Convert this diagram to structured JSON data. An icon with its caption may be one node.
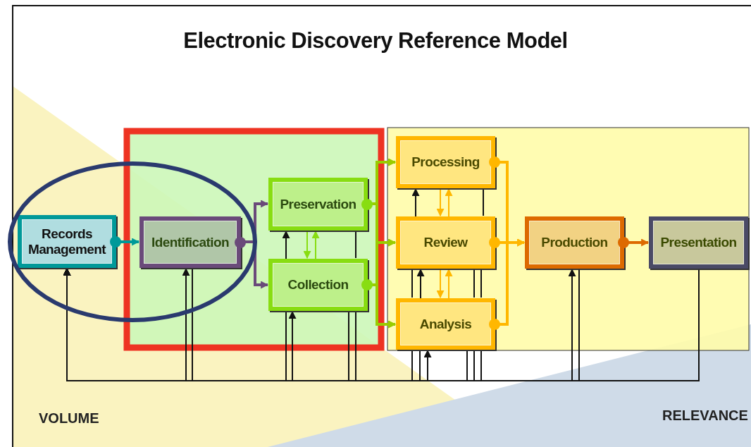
{
  "diagram": {
    "title": "Electronic Discovery Reference Model",
    "nodes": [
      {
        "text": [
          "Records Management"
        ]
      },
      {
        "text": [
          "Identification"
        ]
      },
      {
        "text": [
          "Preservation"
        ]
      },
      {
        "text": [
          "Collection"
        ]
      },
      {
        "text": [
          "Processing"
        ]
      },
      {
        "text": [
          "Review"
        ]
      },
      {
        "text": [
          "Analysis"
        ]
      },
      {
        "text": [
          "Production"
        ]
      },
      {
        "text": [
          "Presentation"
        ]
      }
    ],
    "edges": [
      {
        "from": 0,
        "to": 1,
        "arrow": "to",
        "style": "thick",
        "color": "#009999"
      },
      {
        "from": 1,
        "to": 2,
        "arrow": "to",
        "style": "thick",
        "color": "#6a4a7a"
      },
      {
        "from": 1,
        "to": 3,
        "arrow": "to",
        "style": "thick",
        "color": "#6a4a7a"
      },
      {
        "from": 2,
        "to": 3,
        "arrow": "to",
        "color": "#88dd11"
      },
      {
        "from": 3,
        "to": 2,
        "arrow": "to",
        "color": "#88dd11"
      },
      {
        "from": 2,
        "to": 4,
        "arrow": "to",
        "style": "thick",
        "color": "#99cc00"
      },
      {
        "from": 2,
        "to": 5,
        "arrow": "to",
        "style": "thick",
        "color": "#99cc00"
      },
      {
        "from": 2,
        "to": 6,
        "arrow": "to",
        "style": "thick",
        "color": "#99cc00"
      },
      {
        "from": 3,
        "to": 4,
        "arrow": "to",
        "style": "thick",
        "color": "#99cc00"
      },
      {
        "from": 3,
        "to": 5,
        "arrow": "to",
        "style": "thick",
        "color": "#99cc00"
      },
      {
        "from": 3,
        "to": 6,
        "arrow": "to",
        "style": "thick",
        "color": "#99cc00"
      },
      {
        "from": 4,
        "to": 5,
        "arrow": "to",
        "color": "#ffb700"
      },
      {
        "from": 5,
        "to": 4,
        "arrow": "to",
        "color": "#ffb700"
      },
      {
        "from": 5,
        "to": 6,
        "arrow": "to",
        "color": "#ffb700"
      },
      {
        "from": 6,
        "to": 5,
        "arrow": "to",
        "color": "#ffb700"
      },
      {
        "from": 4,
        "to": 7,
        "arrow": "to",
        "style": "thick",
        "color": "#ffb700"
      },
      {
        "from": 5,
        "to": 7,
        "arrow": "to",
        "style": "thick",
        "color": "#ffb700"
      },
      {
        "from": 6,
        "to": 7,
        "arrow": "to",
        "style": "thick",
        "color": "#ffb700"
      },
      {
        "from": 7,
        "to": 8,
        "arrow": "to",
        "style": "thick",
        "color": "#dd6a00"
      },
      {
        "from": 3,
        "to": 2,
        "arrow": "to"
      },
      {
        "from": 2,
        "to": 3,
        "arrow": "none"
      },
      {
        "from": 5,
        "to": 4,
        "arrow": "to"
      },
      {
        "from": 4,
        "to": 5,
        "arrow": "none"
      },
      {
        "from": 5,
        "to": 6,
        "arrow": "none"
      },
      {
        "from": 6,
        "to": 5,
        "arrow": "to"
      },
      {
        "from": 5,
        "to": 6,
        "arrow": "none"
      },
      {
        "from": 5,
        "to": 6,
        "arrow": "none"
      },
      {
        "from": 8,
        "to": 1,
        "arrow": "to"
      },
      {
        "from": 1,
        "to": 0,
        "arrow": "to"
      },
      {
        "from": 3,
        "to": 0,
        "arrow": "to"
      },
      {
        "from": 8,
        "to": 3,
        "arrow": "to"
      },
      {
        "from": 3,
        "to": 0,
        "arrow": "to"
      },
      {
        "from": 3,
        "to": 0,
        "arrow": "to"
      },
      {
        "from": 6,
        "to": 0,
        "arrow": "to"
      },
      {
        "from": 6,
        "to": 0,
        "arrow": "to"
      },
      {
        "from": 8,
        "to": 6,
        "arrow": "to"
      },
      {
        "from": 6,
        "to": 0,
        "arrow": "to"
      },
      {
        "from": 6,
        "to": 0,
        "arrow": "to"
      },
      {
        "from": 6,
        "to": 0,
        "arrow": "to"
      },
      {
        "from": 7,
        "to": 0,
        "arrow": "to"
      },
      {
        "from": 8,
        "to": 7,
        "arrow": "to"
      }
    ],
    "labels": [
      "VOLUME",
      "RELEVANCE"
    ]
  }
}
